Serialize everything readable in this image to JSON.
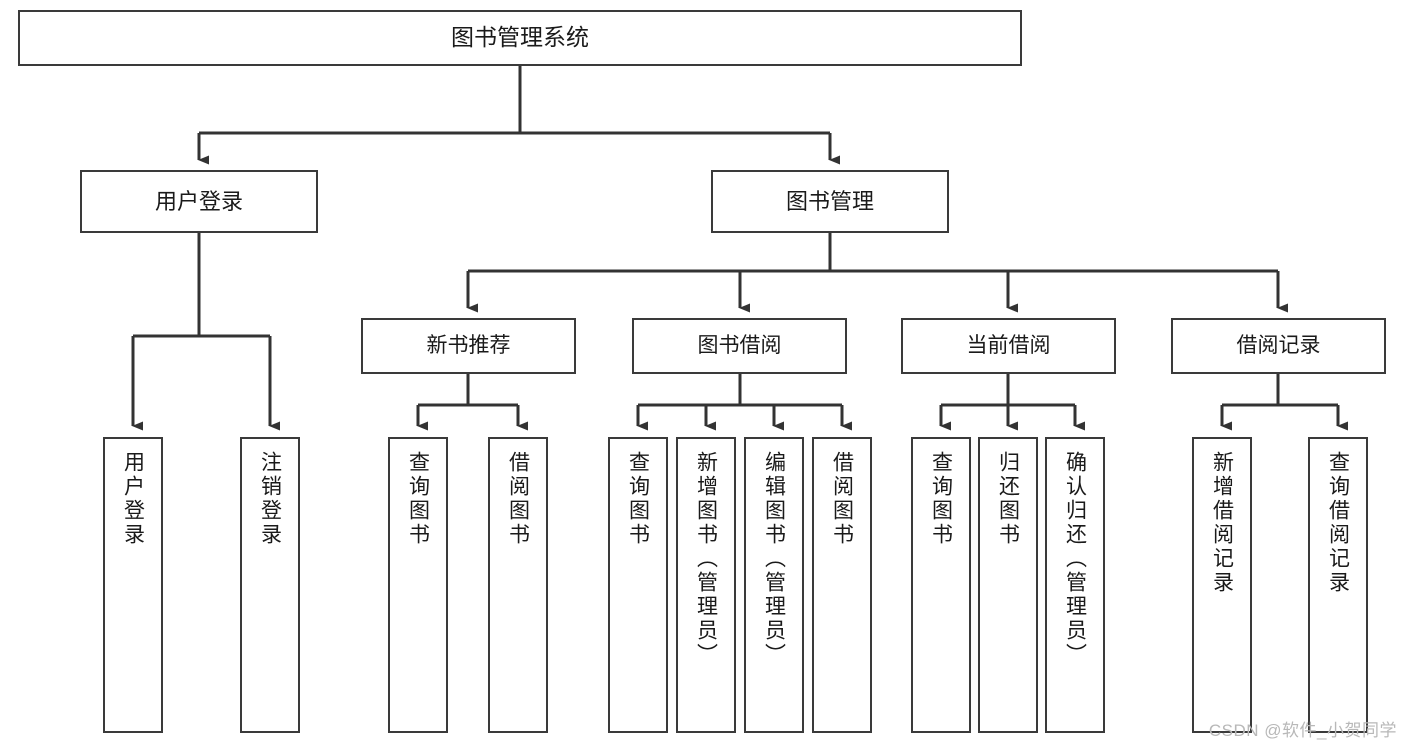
{
  "diagram": {
    "title": "图书管理系统",
    "type": "tree-hierarchy",
    "watermark": "CSDN @软件_小贺同学",
    "colors": {
      "box_border": "#3a3a3a",
      "box_fill": "#ffffff",
      "connector": "#333333",
      "text": "#1a1a1a",
      "watermark": "#b8b8b8"
    }
  },
  "nodes": {
    "root": {
      "label": "图书管理系统",
      "level": 1
    },
    "l2": [
      {
        "id": "user-login",
        "label": "用户登录",
        "level": 2
      },
      {
        "id": "book-manage",
        "label": "图书管理",
        "level": 2
      }
    ],
    "l3": [
      {
        "id": "new-book-recommend",
        "label": "新书推荐",
        "level": 3,
        "parent": "book-manage"
      },
      {
        "id": "book-borrow",
        "label": "图书借阅",
        "level": 3,
        "parent": "book-manage"
      },
      {
        "id": "current-borrow",
        "label": "当前借阅",
        "level": 3,
        "parent": "book-manage"
      },
      {
        "id": "borrow-record",
        "label": "借阅记录",
        "level": 3,
        "parent": "book-manage"
      }
    ],
    "leaves": [
      {
        "id": "leaf-user-login",
        "label": "用户登录",
        "parent": "user-login"
      },
      {
        "id": "leaf-user-logout",
        "label": "注销登录",
        "parent": "user-login"
      },
      {
        "id": "leaf-query-book-1",
        "label": "查询图书",
        "parent": "new-book-recommend"
      },
      {
        "id": "leaf-borrow-book-1",
        "label": "借阅图书",
        "parent": "new-book-recommend"
      },
      {
        "id": "leaf-query-book-2",
        "label": "查询图书",
        "parent": "book-borrow"
      },
      {
        "id": "leaf-add-book",
        "label": "新增图书（管理员）",
        "parent": "book-borrow"
      },
      {
        "id": "leaf-edit-book",
        "label": "编辑图书（管理员）",
        "parent": "book-borrow"
      },
      {
        "id": "leaf-borrow-book-2",
        "label": "借阅图书",
        "parent": "book-borrow"
      },
      {
        "id": "leaf-query-book-3",
        "label": "查询图书",
        "parent": "current-borrow"
      },
      {
        "id": "leaf-return-book",
        "label": "归还图书",
        "parent": "current-borrow"
      },
      {
        "id": "leaf-confirm-return",
        "label": "确认归还（管理员）",
        "parent": "current-borrow"
      },
      {
        "id": "leaf-add-record",
        "label": "新增借阅记录",
        "parent": "borrow-record"
      },
      {
        "id": "leaf-query-record",
        "label": "查询借阅记录",
        "parent": "borrow-record"
      }
    ]
  }
}
